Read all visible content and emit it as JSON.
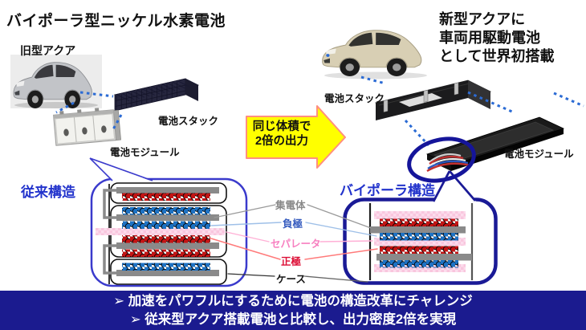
{
  "title": "バイポーラ型ニッケル水素電池",
  "old_section": {
    "car_label": "旧型アクア",
    "stack_label": "電池スタック",
    "module_label": "電池モジュール"
  },
  "new_section": {
    "headline_line1": "新型アクアに",
    "headline_line2": "車両用駆動電池",
    "headline_line3": "として世界初搭載",
    "stack_label": "電池スタック",
    "module_label": "電池モジュール"
  },
  "arrow": {
    "line1": "同じ体積で",
    "line2": "2倍の出力"
  },
  "diagrams": {
    "conventional_label": "従来構造",
    "bipolar_label": "バイポーラ構造",
    "legend": {
      "collector": "集電体",
      "negative": "負極",
      "separator": "セパレータ",
      "positive": "正極",
      "case": "ケース"
    }
  },
  "banner": {
    "line1": "➢ 加速をパワフルにするために電池の構造改革にチャレンジ",
    "line2": "➢ 従来型アクア搭載電池と比較し、出力密度2倍を実現"
  },
  "colors": {
    "banner_bg": "#1b1b8f",
    "structure_label_blue": "#2233cc",
    "conventional_border": "#3a3acc",
    "bipolar_border": "#1a1a96",
    "positive_red": "#c41414",
    "negative_blue": "#1d72c4",
    "collector_gray": "#8a8a8a",
    "separator_pink": "#f9c6de",
    "arrow_yellow": "#ffff00",
    "dotted_line_blue": "#2b6bd4"
  }
}
